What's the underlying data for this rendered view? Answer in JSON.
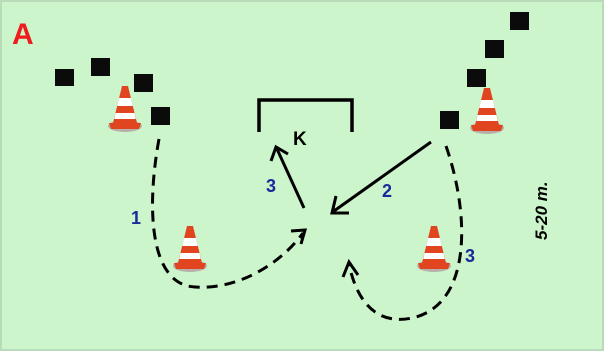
{
  "panel_label": "A",
  "goal_label": "K",
  "distance_label": "5-20 m.",
  "step_labels": {
    "one": "1",
    "two": "2",
    "three_left": "3",
    "three_right": "3"
  },
  "colors": {
    "field": "#ccf5cc",
    "border": "#b9dbb9",
    "panel_label": "#ee1c1c",
    "step_label": "#1a2a9a",
    "cone_primary": "#e0451f",
    "cone_stripe": "#ffffff",
    "cone_shadow": "#b8b0a8",
    "marker": "#0b0b0b",
    "line": "#000000"
  },
  "icons": {
    "cone": "training-cone-icon",
    "marker": "player-square-icon"
  }
}
